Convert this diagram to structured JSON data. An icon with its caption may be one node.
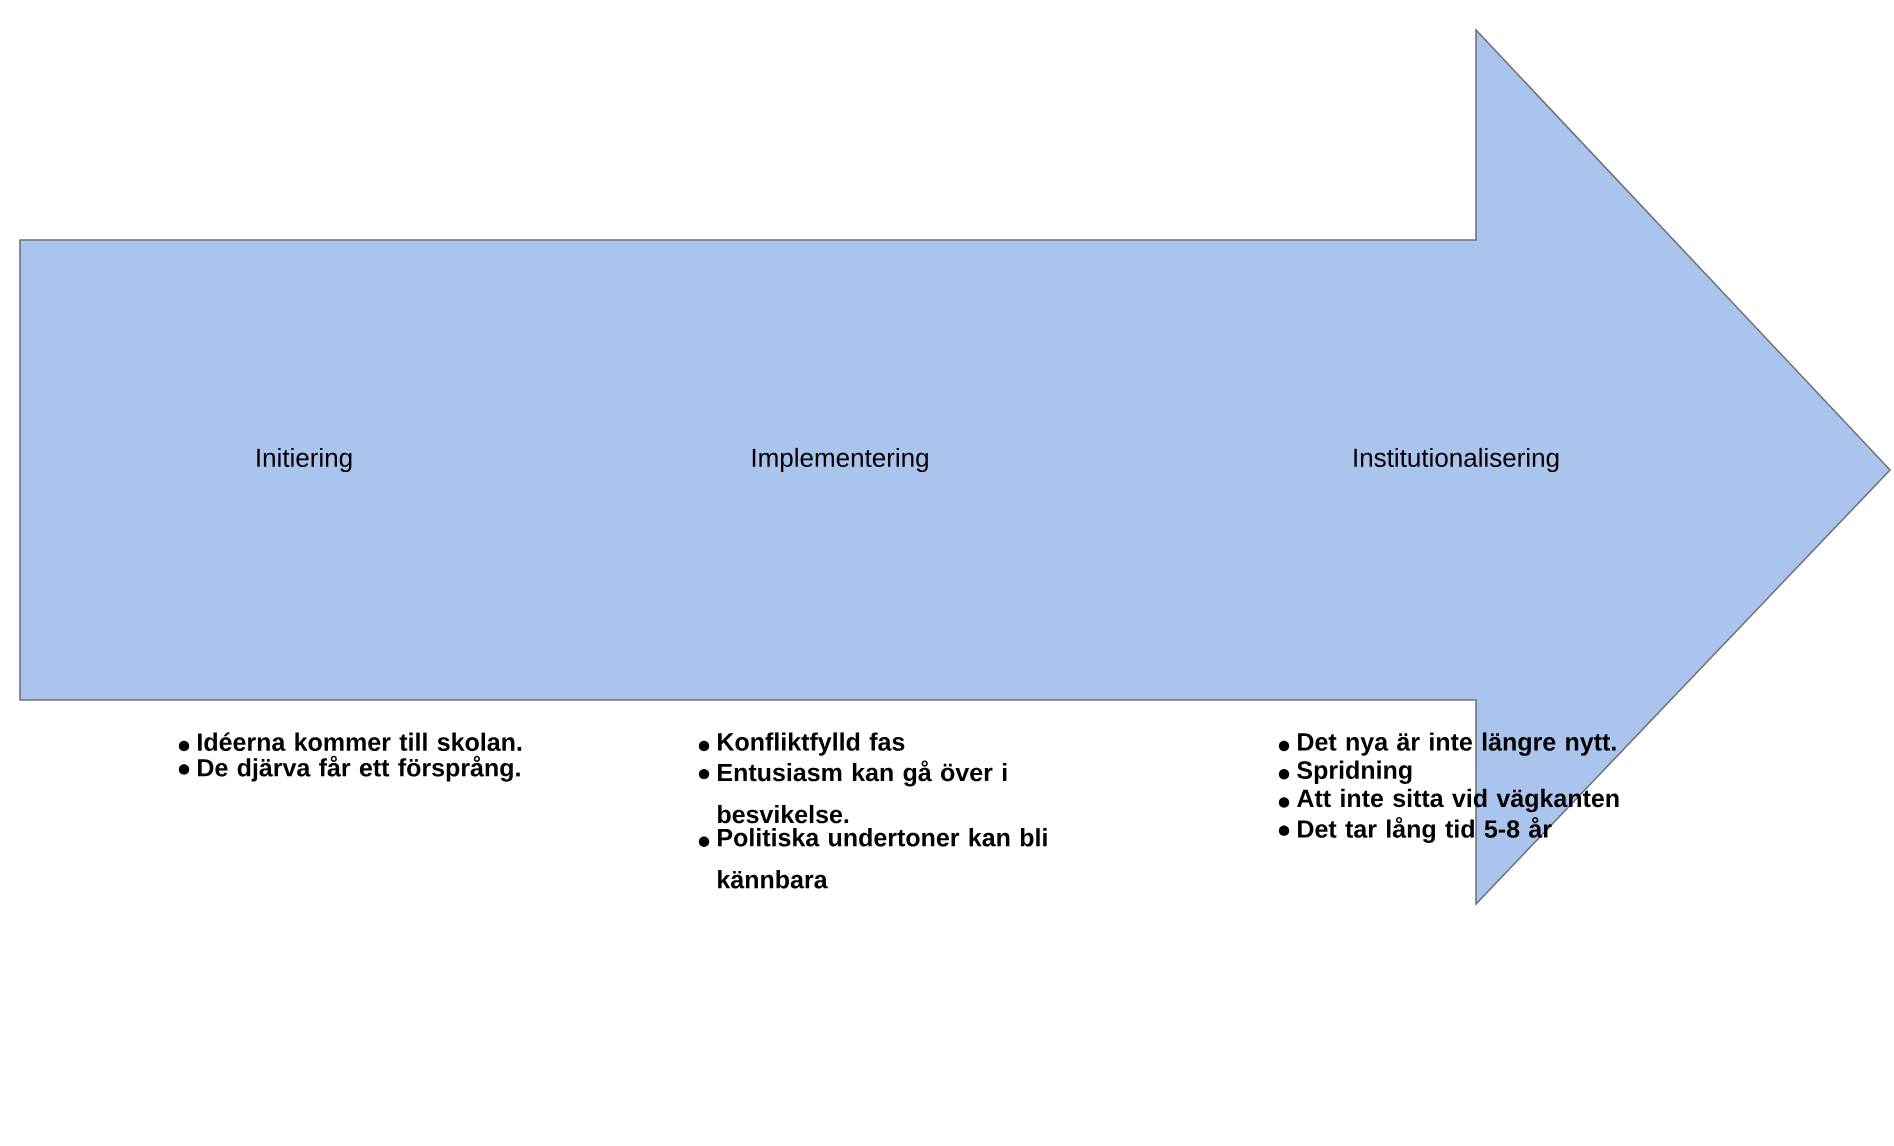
{
  "diagram": {
    "nodes": [
      {
        "text": [
          "Initiering",
          "Implementering",
          "Institutionalisering"
        ]
      }
    ],
    "labels": [
      "Idéerna kommer till skolan.",
      "De djärva får ett försprång.",
      "Konfliktfylld fas",
      "Entusiasm kan gå över i besvikelse.",
      "Politiska undertoner kan bli kännbara",
      "Det nya är inte längre nytt.",
      "Spridning",
      "Att inte sitta vid vägkanten",
      "Det tar lång tid 5-8 år"
    ]
  }
}
